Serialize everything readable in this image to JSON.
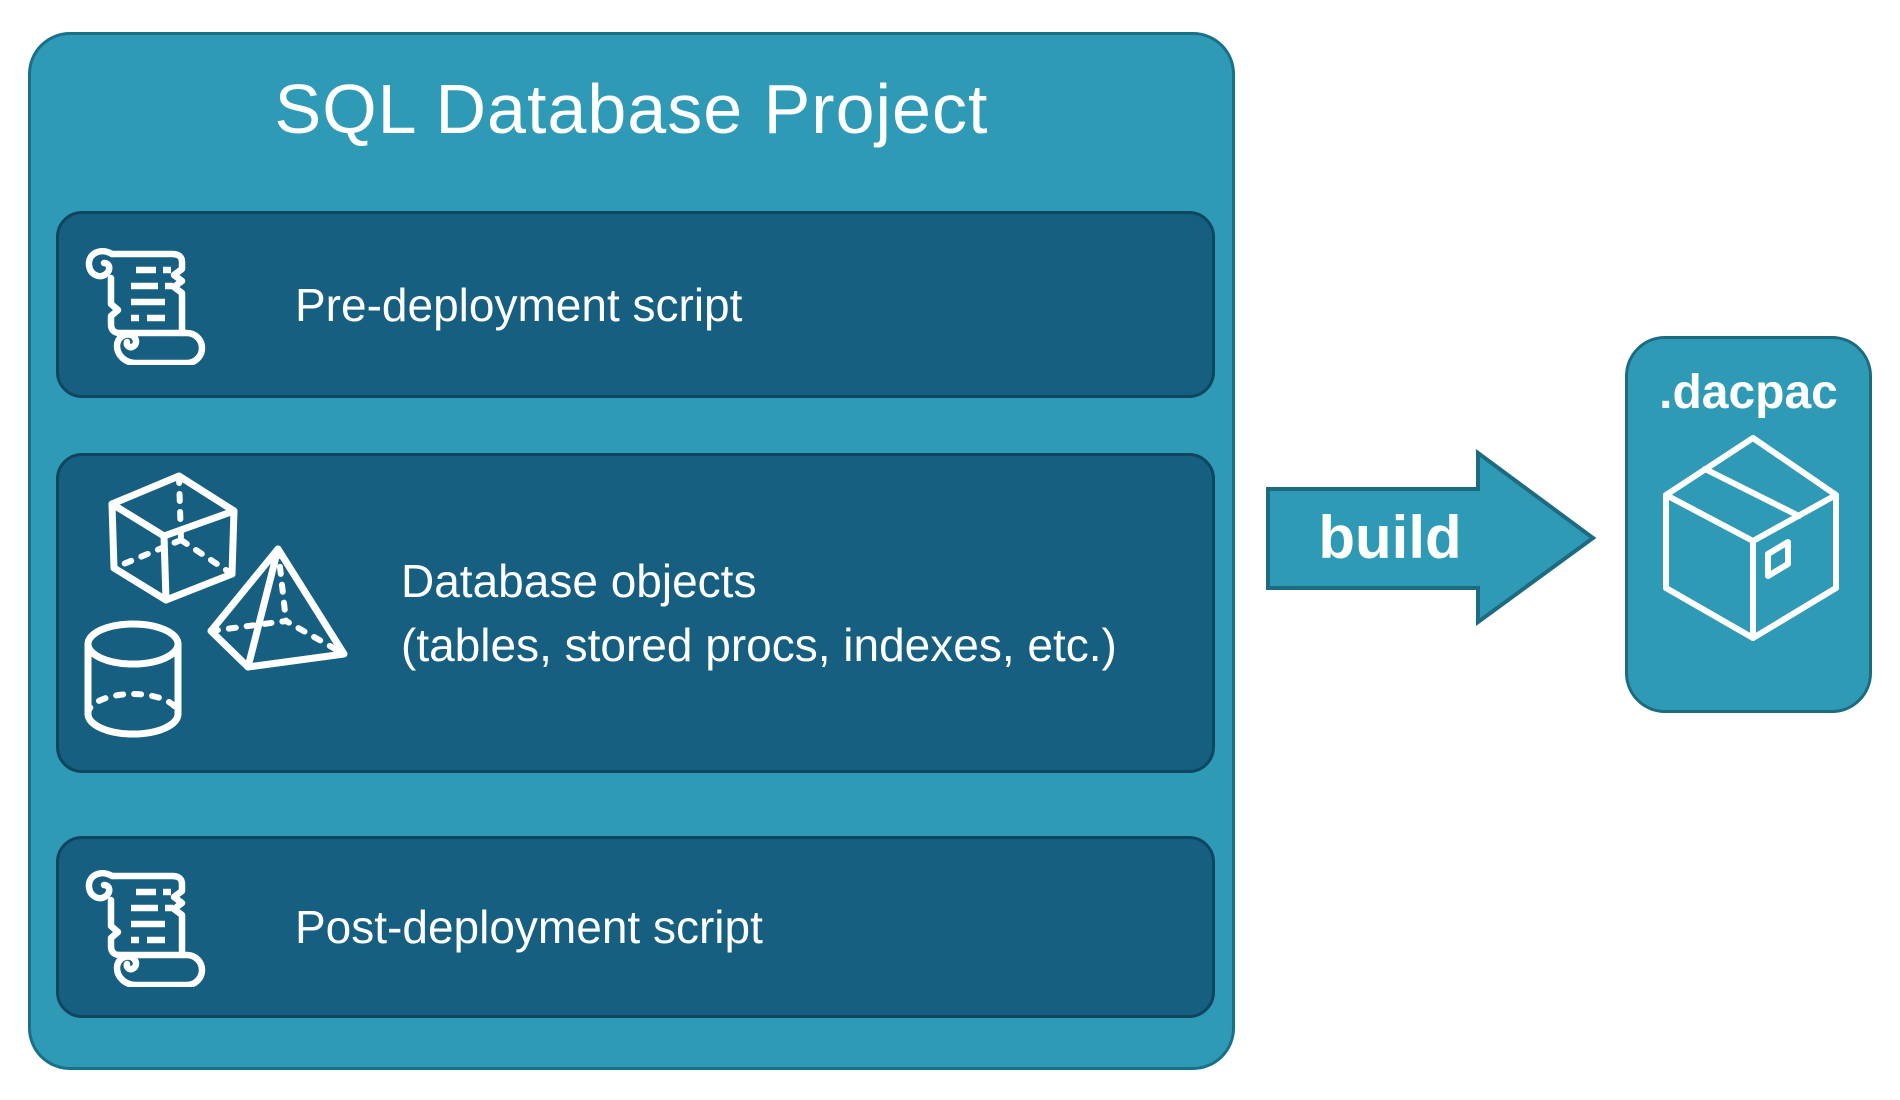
{
  "colors": {
    "canvas_bg": "#FFFFFF",
    "outer_fill": "#2E9AB5",
    "outer_border": "#1B7089",
    "inner_fill": "#165F80",
    "inner_border": "#0E4660",
    "arrow_fill": "#2E9AB5",
    "arrow_border": "#1C6B80",
    "text": "#FFFFFF",
    "icon": "#FFFFFF"
  },
  "project": {
    "title": "SQL Database Project",
    "sections": [
      {
        "label": "Pre-deployment script",
        "icon": "scroll-icon"
      },
      {
        "label": "Database objects",
        "sublabel": "(tables, stored procs, indexes, etc.)",
        "icon": "geometric-shapes-icon"
      },
      {
        "label": "Post-deployment script",
        "icon": "scroll-icon"
      }
    ]
  },
  "arrow": {
    "label": "build",
    "icon": "right-arrow"
  },
  "output": {
    "label": ".dacpac",
    "icon": "package-icon"
  }
}
